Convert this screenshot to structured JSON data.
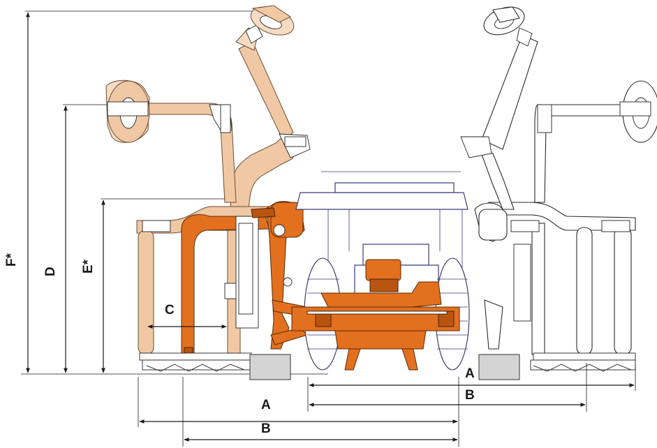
{
  "diagram": {
    "colors": {
      "primary_unit": "#e2701e",
      "raised_unit": "#f0c9a4",
      "tractor_outline": "#3a3a7a",
      "right_unit_outline": "#2a2a2a"
    },
    "dimension_labels": {
      "f_star": "F*",
      "d": "D",
      "e_star": "E*",
      "c": "C",
      "a_right": "A",
      "b_right": "B",
      "a_bottom": "A",
      "b_bottom": "B"
    }
  }
}
